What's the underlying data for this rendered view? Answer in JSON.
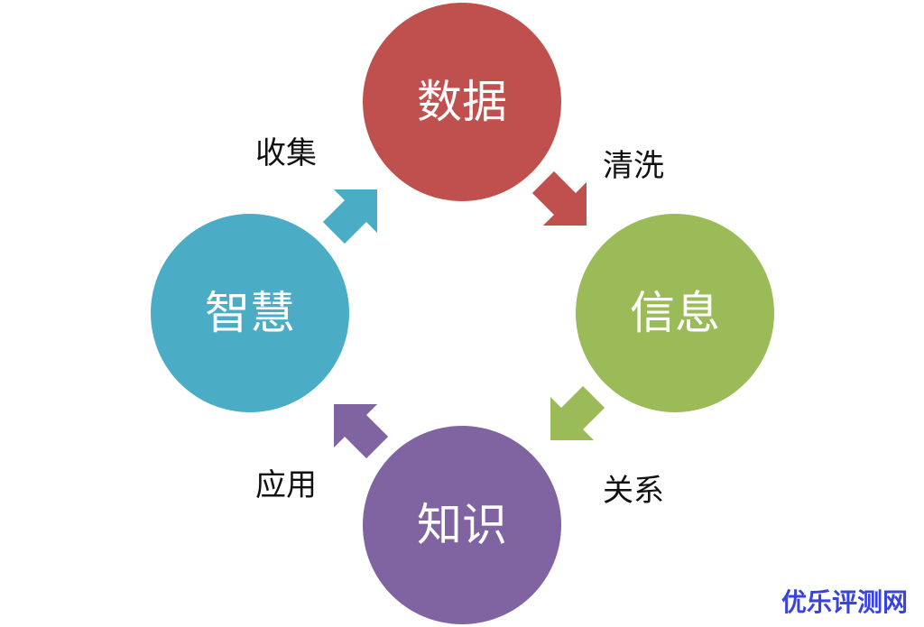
{
  "nodes": [
    {
      "label": "数据",
      "color": "#C0504D"
    },
    {
      "label": "信息",
      "color": "#9BBB59"
    },
    {
      "label": "知识",
      "color": "#8064A2"
    },
    {
      "label": "智慧",
      "color": "#4BACC6"
    }
  ],
  "edges": [
    {
      "label": "清洗",
      "from": "数据",
      "to": "信息",
      "color": "#C0504D"
    },
    {
      "label": "关系",
      "from": "信息",
      "to": "知识",
      "color": "#9BBB59"
    },
    {
      "label": "应用",
      "from": "知识",
      "to": "智慧",
      "color": "#8064A2"
    },
    {
      "label": "收集",
      "from": "智慧",
      "to": "数据",
      "color": "#4BACC6"
    }
  ],
  "watermark": "优乐评测网"
}
